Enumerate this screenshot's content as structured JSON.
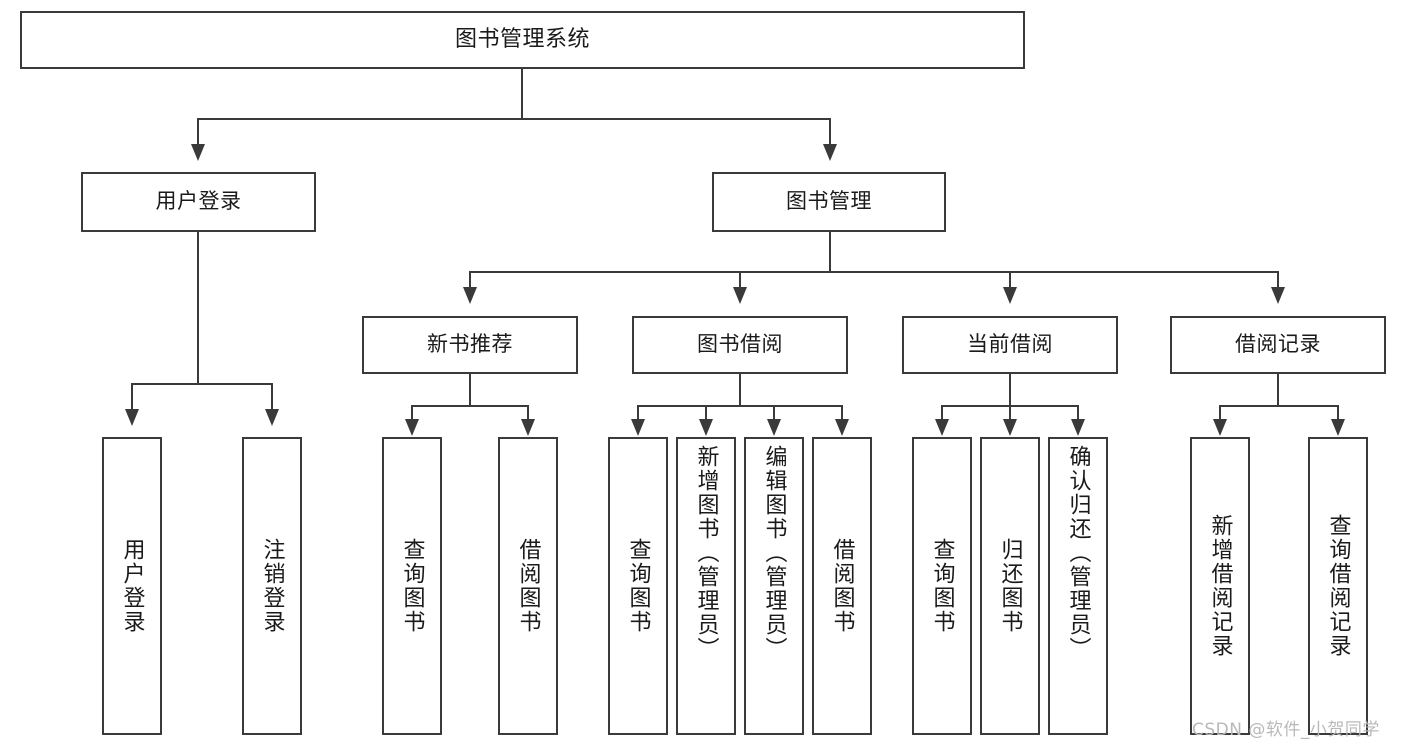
{
  "diagram": {
    "title": "图书管理系统",
    "type": "hierarchical-tree",
    "root": {
      "id": "root",
      "label": "图书管理系统"
    },
    "level2": [
      {
        "id": "user-login",
        "label": "用户登录"
      },
      {
        "id": "book-management",
        "label": "图书管理"
      }
    ],
    "level3": [
      {
        "id": "new-book-recommend",
        "label": "新书推荐"
      },
      {
        "id": "book-borrow",
        "label": "图书借阅"
      },
      {
        "id": "current-borrow",
        "label": "当前借阅"
      },
      {
        "id": "borrow-record",
        "label": "借阅记录"
      }
    ],
    "leaves": {
      "user_login": [
        {
          "id": "leaf-user-login",
          "label": "用户登录"
        },
        {
          "id": "leaf-logout-login",
          "label": "注销登录"
        }
      ],
      "new_book_recommend": [
        {
          "id": "leaf-query-book-1",
          "label": "查询图书"
        },
        {
          "id": "leaf-borrow-book-1",
          "label": "借阅图书"
        }
      ],
      "book_borrow": [
        {
          "id": "leaf-query-book-2",
          "label": "查询图书"
        },
        {
          "id": "leaf-add-book",
          "label": "新增图书（管理员）"
        },
        {
          "id": "leaf-edit-book",
          "label": "编辑图书（管理员）"
        },
        {
          "id": "leaf-borrow-book-2",
          "label": "借阅图书"
        }
      ],
      "current_borrow": [
        {
          "id": "leaf-query-book-3",
          "label": "查询图书"
        },
        {
          "id": "leaf-return-book",
          "label": "归还图书"
        },
        {
          "id": "leaf-confirm-return",
          "label": "确认归还（管理员）"
        }
      ],
      "borrow_record": [
        {
          "id": "leaf-add-record",
          "label": "新增借阅记录"
        },
        {
          "id": "leaf-query-record",
          "label": "查询借阅记录"
        }
      ]
    }
  },
  "watermark": {
    "text": "CSDN @软件_小贺同学"
  },
  "colors": {
    "stroke": "#3a3a3a",
    "text": "#1a1a1a",
    "background": "#ffffff",
    "watermark": "#b9b9b9"
  }
}
